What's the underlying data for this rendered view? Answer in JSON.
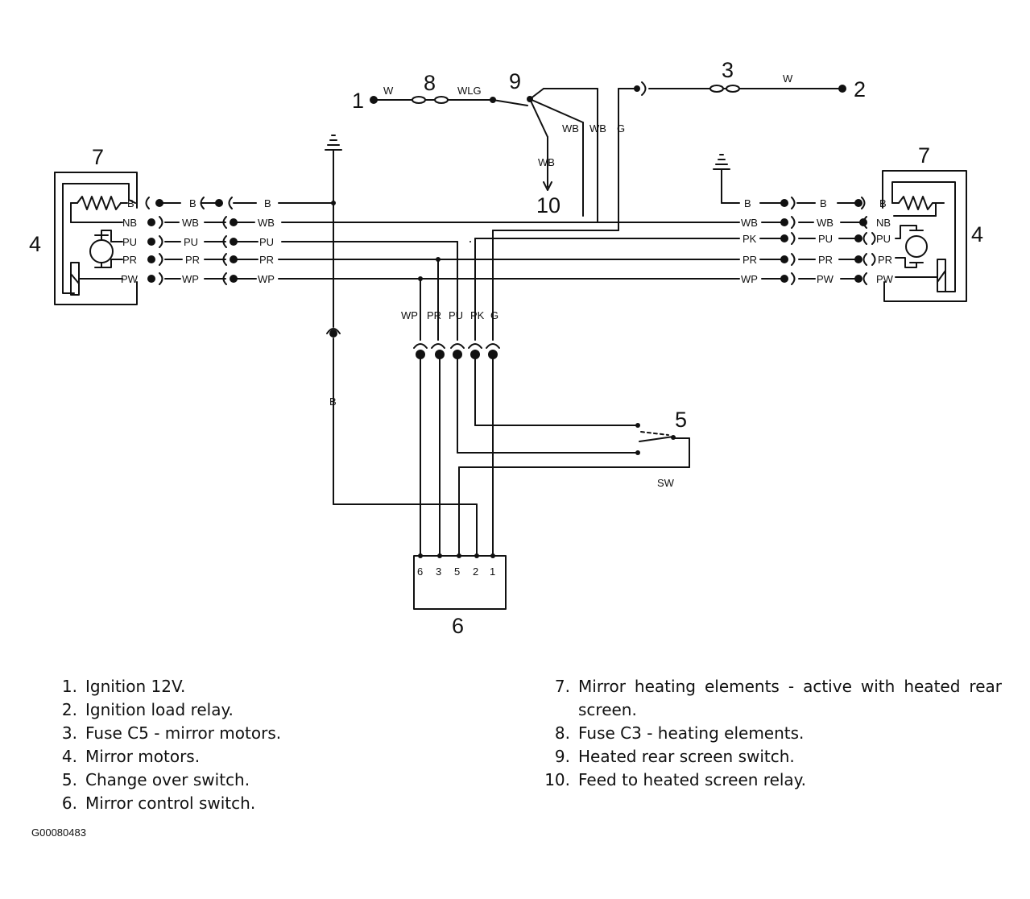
{
  "component_numbers": {
    "n1": "1",
    "n2": "2",
    "n3": "3",
    "n4_left": "4",
    "n4_right": "4",
    "n5": "5",
    "n6": "6",
    "n7_left": "7",
    "n7_right": "7",
    "n8": "8",
    "n9": "9",
    "n10": "10"
  },
  "wire_labels": {
    "w_left": "W",
    "wlg": "WLG",
    "w_right": "W",
    "wb_down": "WB",
    "wb_1": "WB",
    "wb_2": "WB",
    "g_top": "G",
    "left_mirror_pins": [
      "B",
      "NB",
      "PU",
      "PR",
      "PW"
    ],
    "left_mid_wires": [
      "B",
      "WB",
      "PU",
      "PR",
      "WP"
    ],
    "left_long_wires": [
      "B",
      "WB",
      "PU",
      "PR",
      "WP"
    ],
    "right_long_wires": [
      "B",
      "WB",
      "PK",
      "PR",
      "WP"
    ],
    "right_mid_wires": [
      "B",
      "WB",
      "PU",
      "PR",
      "PW"
    ],
    "right_mirror_pins": [
      "B",
      "NB",
      "PU",
      "PR",
      "PW"
    ],
    "bundle_wires": [
      "WP",
      "PR",
      "PU",
      "PK",
      "G"
    ],
    "b_vertical": "B",
    "sw": "SW"
  },
  "switch_pins": [
    "6",
    "3",
    "5",
    "2",
    "1"
  ],
  "legend_left": [
    {
      "num": "1.",
      "text": "Ignition 12V."
    },
    {
      "num": "2.",
      "text": "Ignition load relay."
    },
    {
      "num": "3.",
      "text": "Fuse C5 - mirror motors."
    },
    {
      "num": "4.",
      "text": "Mirror motors."
    },
    {
      "num": "5.",
      "text": "Change over switch."
    },
    {
      "num": "6.",
      "text": "Mirror control switch."
    }
  ],
  "legend_right": [
    {
      "num": "7.",
      "text": "Mirror heating elements - active with heated rear screen."
    },
    {
      "num": "8.",
      "text": "Fuse C3 - heating elements."
    },
    {
      "num": "9.",
      "text": "Heated rear screen switch."
    },
    {
      "num": "10.",
      "text": "Feed to heated screen relay."
    }
  ],
  "figure_code": "G00080483"
}
